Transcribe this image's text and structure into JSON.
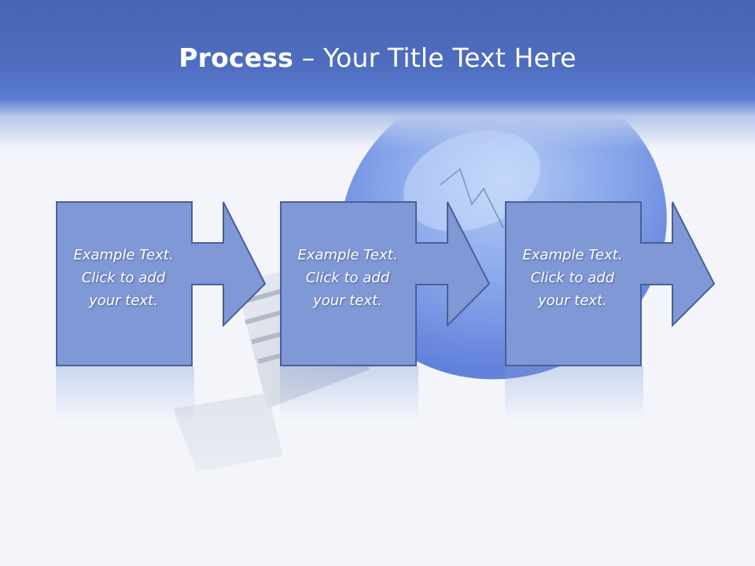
{
  "slide": {
    "title_bold": "Process",
    "title_separator": " – ",
    "title_rest": "Your Title Text Here"
  },
  "steps": [
    {
      "line1": "Example Text.",
      "line2": "Click  to add",
      "line3": "your text."
    },
    {
      "line1": "Example Text.",
      "line2": "Click  to add",
      "line3": "your text."
    },
    {
      "line1": "Example Text.",
      "line2": "Click  to add",
      "line3": "your text."
    }
  ],
  "colors": {
    "header": "#4f6ec0",
    "step_fill": "#8098d6",
    "step_stroke": "#4a5f99",
    "background": "#f3f5fb"
  }
}
